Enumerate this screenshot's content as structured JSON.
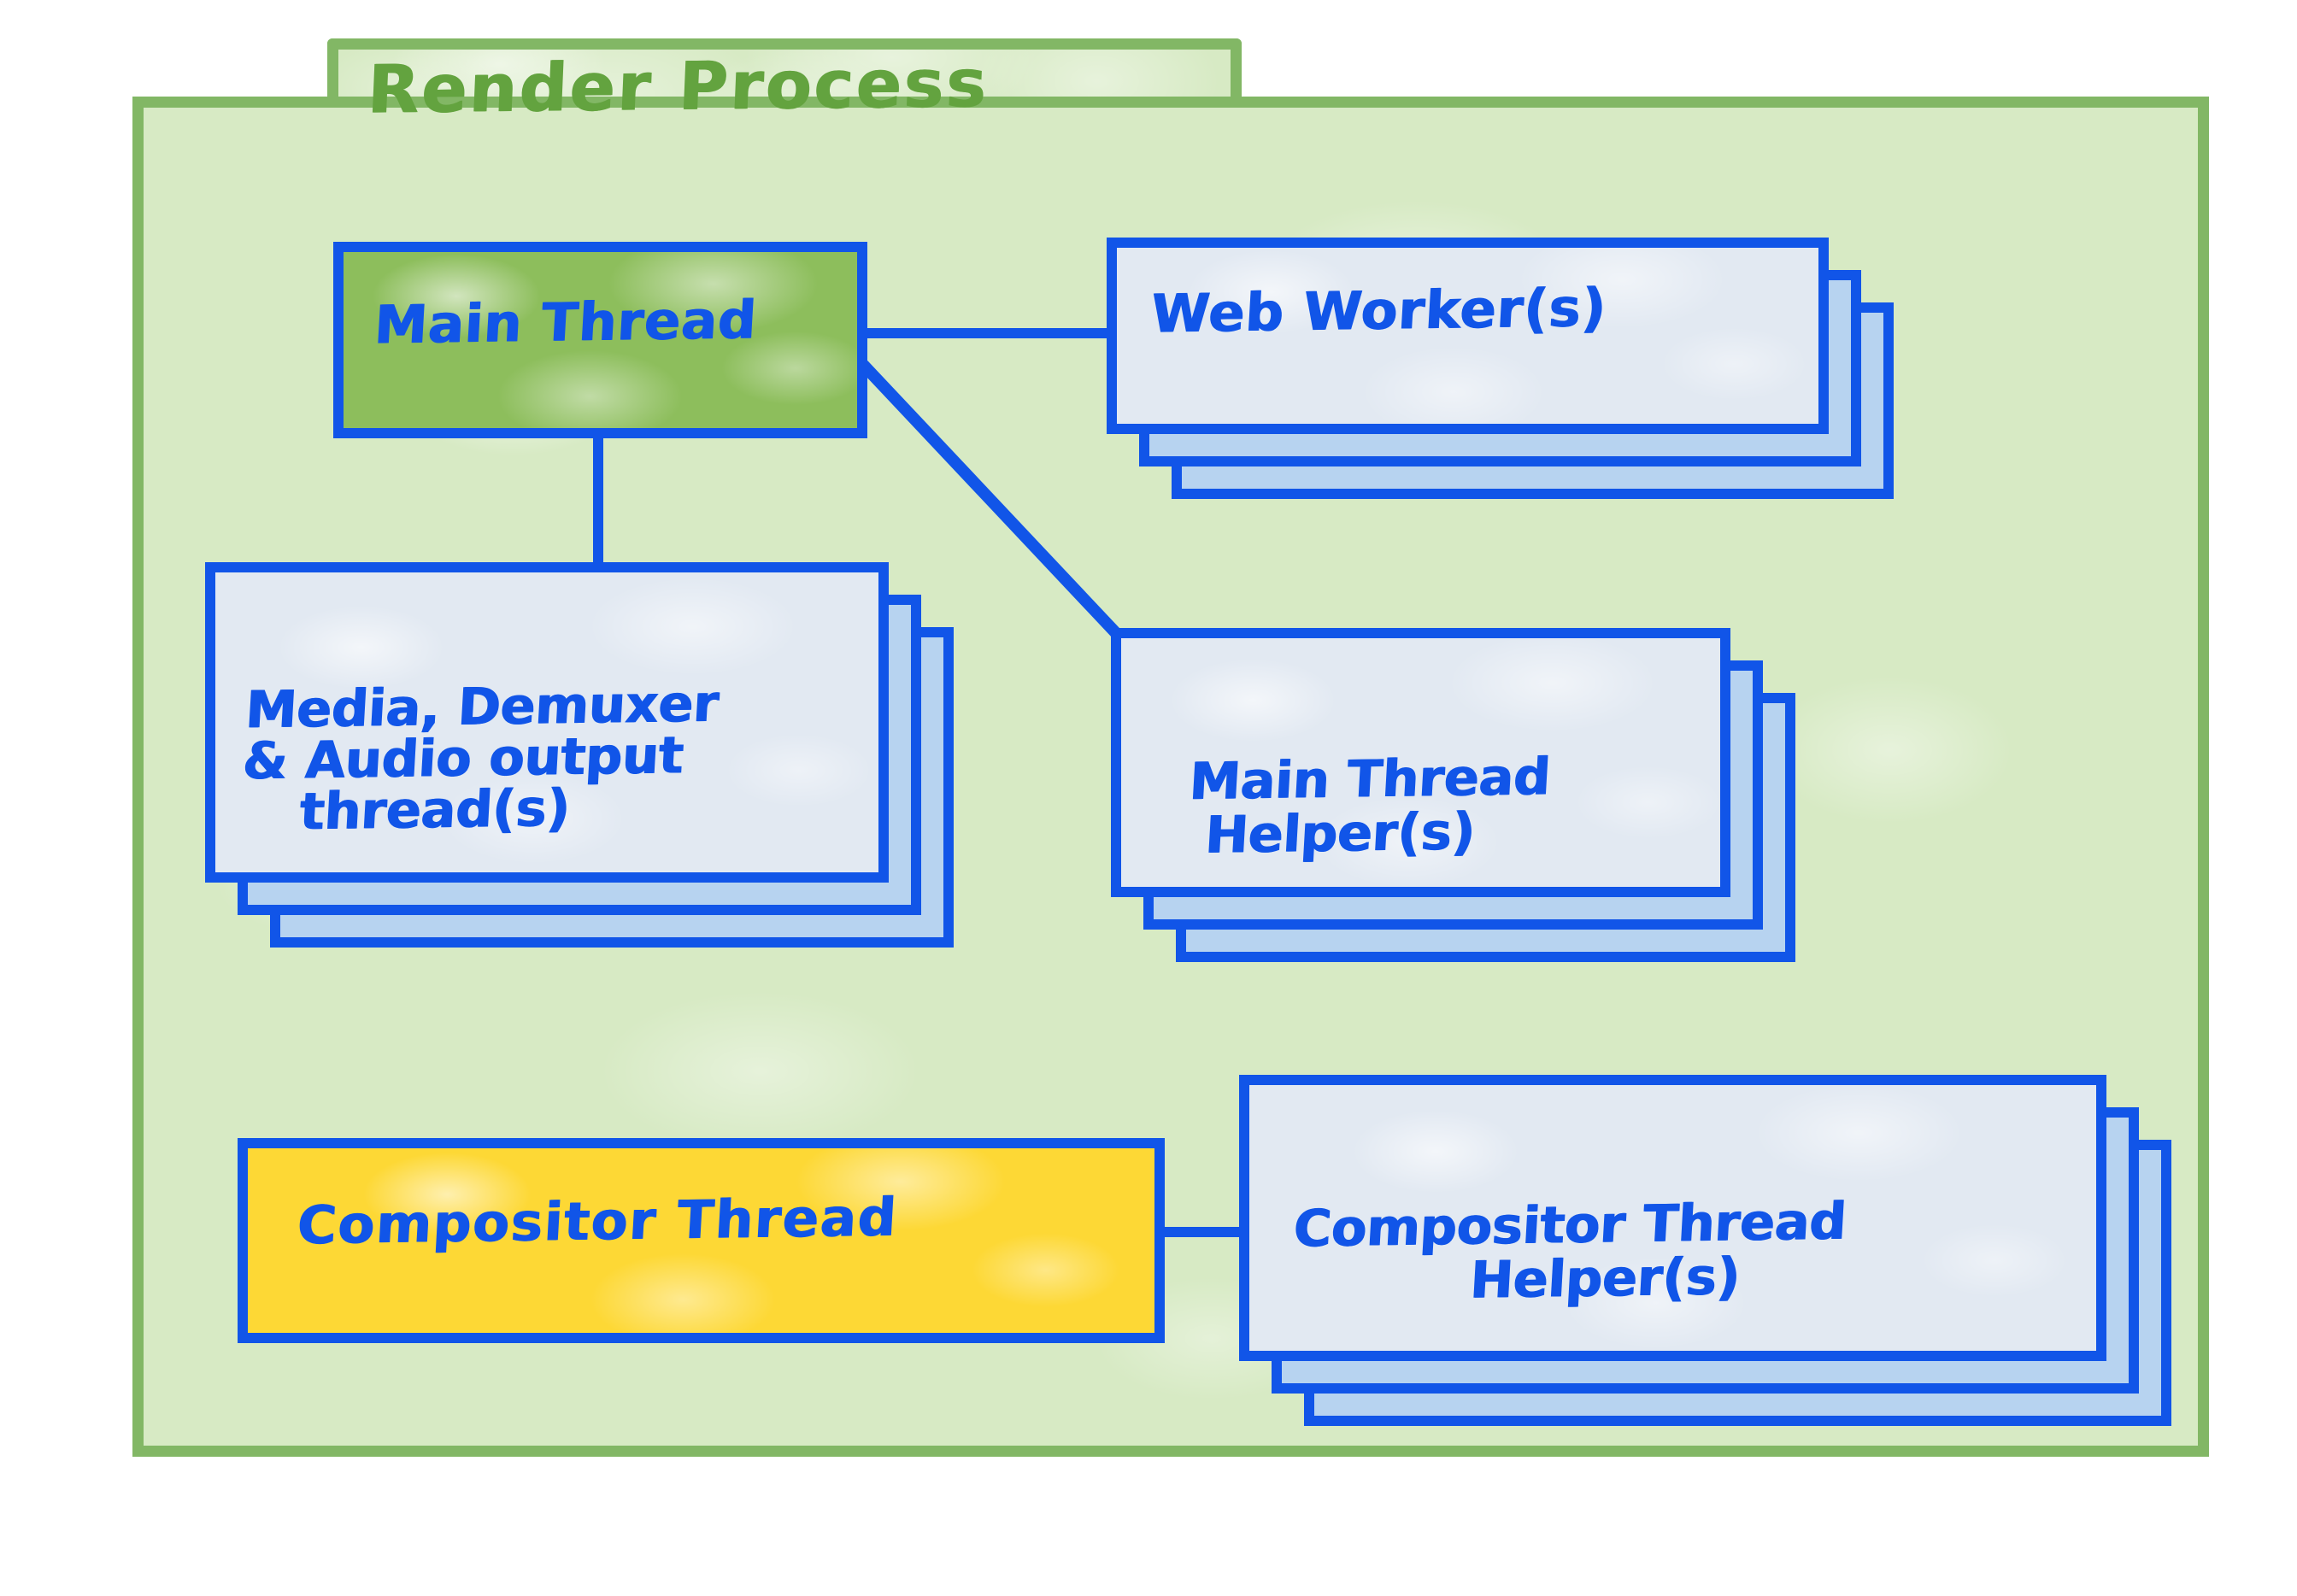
{
  "diagram": {
    "title": "Render Process",
    "type": "process-thread-architecture",
    "colors": {
      "frame_border": "#82b765",
      "frame_fill": "#d7eac4",
      "title_text": "#63a33f",
      "node_border": "#1155e8",
      "node_text": "#1155e8",
      "card_front_fill": "#e2e9f2",
      "card_shadow_fill": "#b7d3f0",
      "main_thread_fill": "#8dbe5c",
      "compositor_fill": "#fdd835"
    }
  },
  "nodes": {
    "main_thread": {
      "label": "Main Thread",
      "fill": "#8dbe5c",
      "stacked": false
    },
    "web_worker": {
      "label": "Web Worker(s)",
      "fill": "#e2e9f2",
      "stacked": true,
      "stack_count": 3
    },
    "media_thread": {
      "line1": "Media, Demuxer",
      "line2": "& Audio output",
      "line3": "thread(s)",
      "full_label": "Media, Demuxer & Audio output thread(s)",
      "fill": "#e2e9f2",
      "stacked": true,
      "stack_count": 3
    },
    "main_thread_helper": {
      "line1": "Main Thread",
      "line2": "Helper(s)",
      "full_label": "Main Thread Helper(s)",
      "fill": "#e2e9f2",
      "stacked": true,
      "stack_count": 3
    },
    "compositor_thread": {
      "label": "Compositor Thread",
      "fill": "#fdd835",
      "stacked": false
    },
    "compositor_thread_helper": {
      "line1": "Compositor Thread",
      "line2": "Helper(s)",
      "full_label": "Compositor Thread Helper(s)",
      "fill": "#e2e9f2",
      "stacked": true,
      "stack_count": 3
    }
  },
  "connections": [
    {
      "from": "main_thread",
      "to": "web_worker",
      "style": "horizontal"
    },
    {
      "from": "main_thread",
      "to": "main_thread_helper",
      "style": "diagonal"
    },
    {
      "from": "main_thread",
      "to": "media_thread",
      "style": "vertical"
    },
    {
      "from": "compositor_thread",
      "to": "compositor_thread_helper",
      "style": "horizontal"
    }
  ]
}
